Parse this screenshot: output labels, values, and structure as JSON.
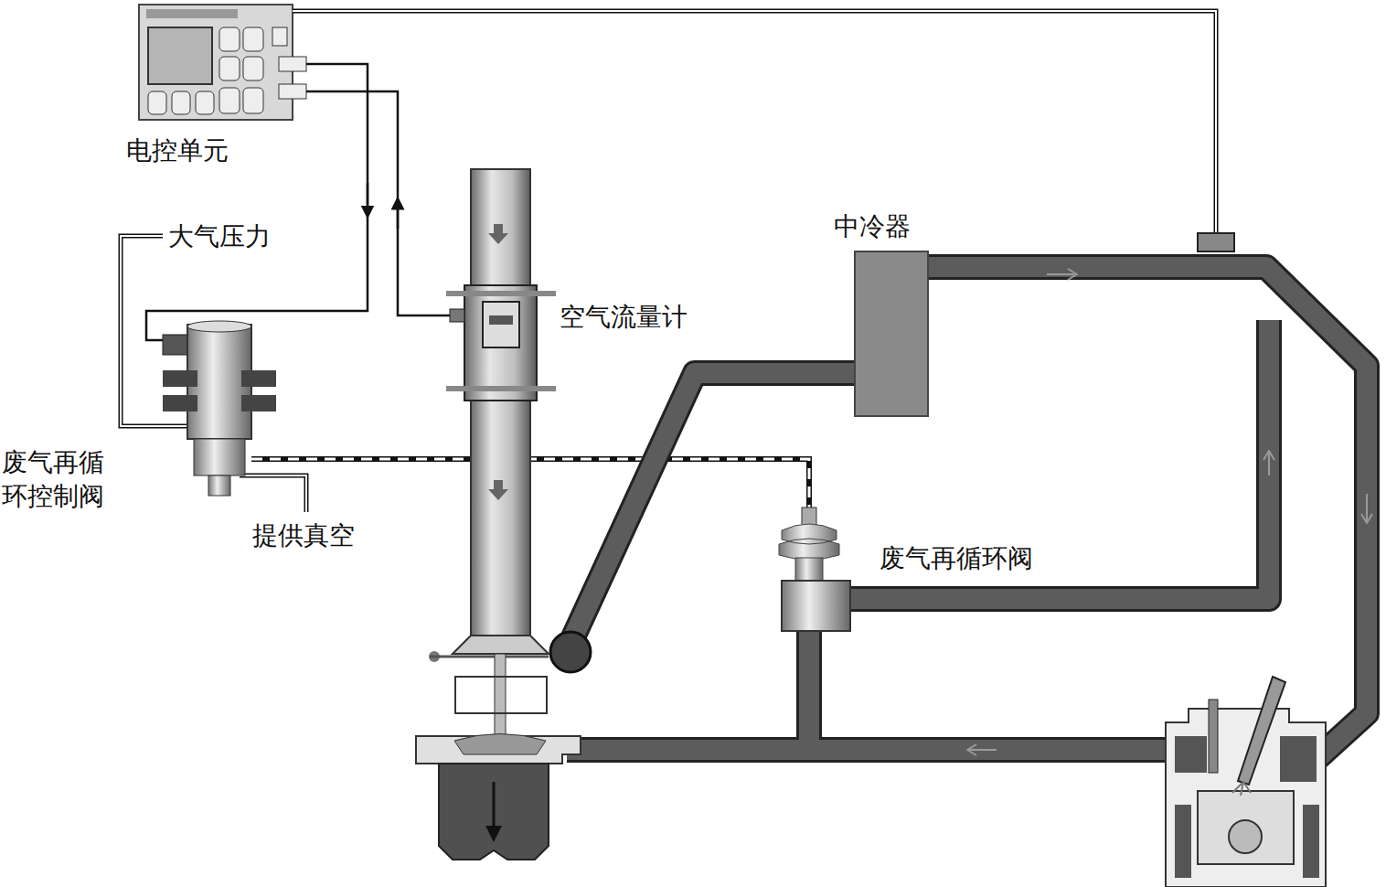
{
  "diagram": {
    "labels": [
      "电控单元",
      "大气压力",
      "空气流量计",
      "中冷器",
      "废气再循 环控制阀",
      "提供真空",
      "废气再循环阀"
    ]
  }
}
